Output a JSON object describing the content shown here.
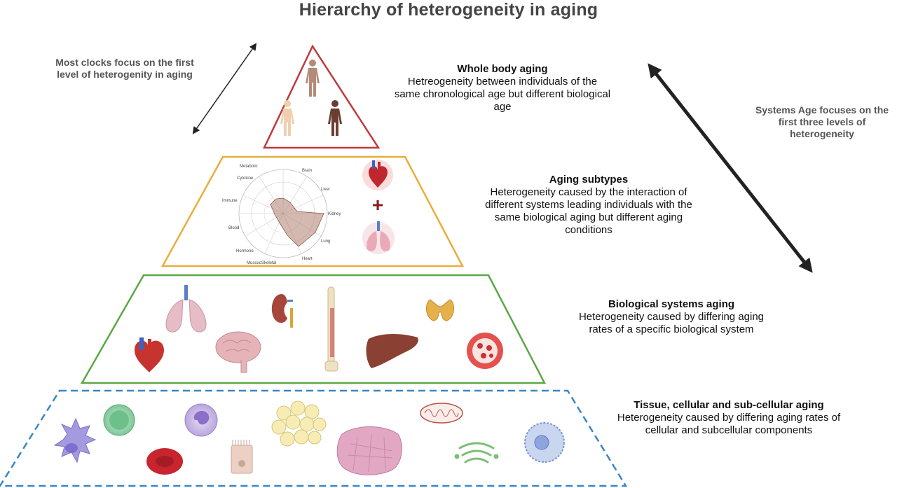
{
  "title": "Hierarchy of heterogeneity in aging",
  "left_note": "Most clocks focus on the first level of heterogenity in aging",
  "right_note": "Systems Age focuses on the first three levels of heterogeneity",
  "levels": [
    {
      "title": "Whole body aging",
      "description": "Hetreogeneity between individuals of the same chronological age but different biological age",
      "border_color": "#c0393b"
    },
    {
      "title": "Aging subtypes",
      "description": "Heterogeneity caused by the interaction of different systems leading individuals with the same biological aging but different aging conditions",
      "border_color": "#e9ad3b"
    },
    {
      "title": "Biological systems aging",
      "description": "Heterogeneity caused by differing aging rates of a specific biological system",
      "border_color": "#5aa845"
    },
    {
      "title": "Tissue, cellular and sub-cellular aging",
      "description": "Heterogeneity caused by differing aging rates of cellular and subcellular components",
      "border_color": "#3b86c4"
    }
  ],
  "radar": {
    "axes": [
      "Metabolic",
      "Brain",
      "Liver",
      "Kidney",
      "Lung",
      "Heart",
      "MuscuoSkeletal",
      "Hormone",
      "Blood",
      "Immune",
      "Cytokine"
    ],
    "plus_sign": "+"
  },
  "icons": {
    "level1": [
      "human-figure-icon",
      "human-figure-icon",
      "human-figure-icon"
    ],
    "level2": [
      "heart-icon",
      "lungs-icon"
    ],
    "level3": [
      "lungs-icon",
      "kidney-icon",
      "leg-bone-icon",
      "thyroid-icon",
      "heart-icon",
      "brain-icon",
      "liver-icon",
      "blood-vessel-icon"
    ],
    "level4": [
      "dendritic-cell-icon",
      "lymphocyte-icon",
      "neutrophil-icon",
      "red-blood-cell-icon",
      "epithelial-cell-icon",
      "adipocyte-icon",
      "muscle-tissue-icon",
      "mitochondria-icon",
      "golgi-icon",
      "cell-icon"
    ]
  }
}
